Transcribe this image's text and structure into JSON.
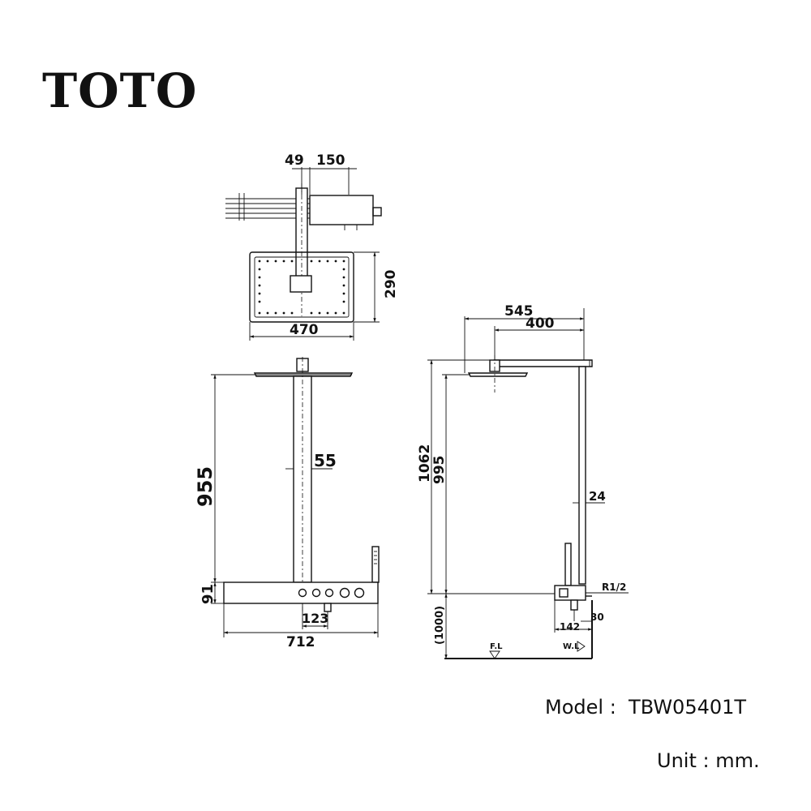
{
  "brand": {
    "logo_text": "TOTO"
  },
  "model": {
    "label": "Model :",
    "value": "TBW05401T"
  },
  "unit": {
    "text": "Unit : mm."
  },
  "dimensions": {
    "plan_offset": "49",
    "plan_width_top": "150",
    "head_depth": "290",
    "head_width": "470",
    "front_height": "955",
    "pipe_diameter": "55",
    "panel_height": "91",
    "valve_spacing": "123",
    "panel_width": "712",
    "side_total_reach": "545",
    "side_arm_reach": "400",
    "side_total_height": "1062",
    "side_head_height": "995",
    "side_pipe_diameter": "24",
    "thread_size": "R1/2",
    "install_height": "(1000)",
    "side_panel_depth": "142",
    "side_panel_offset": "30",
    "floor_level": "F.L",
    "wall_line": "W.L"
  }
}
